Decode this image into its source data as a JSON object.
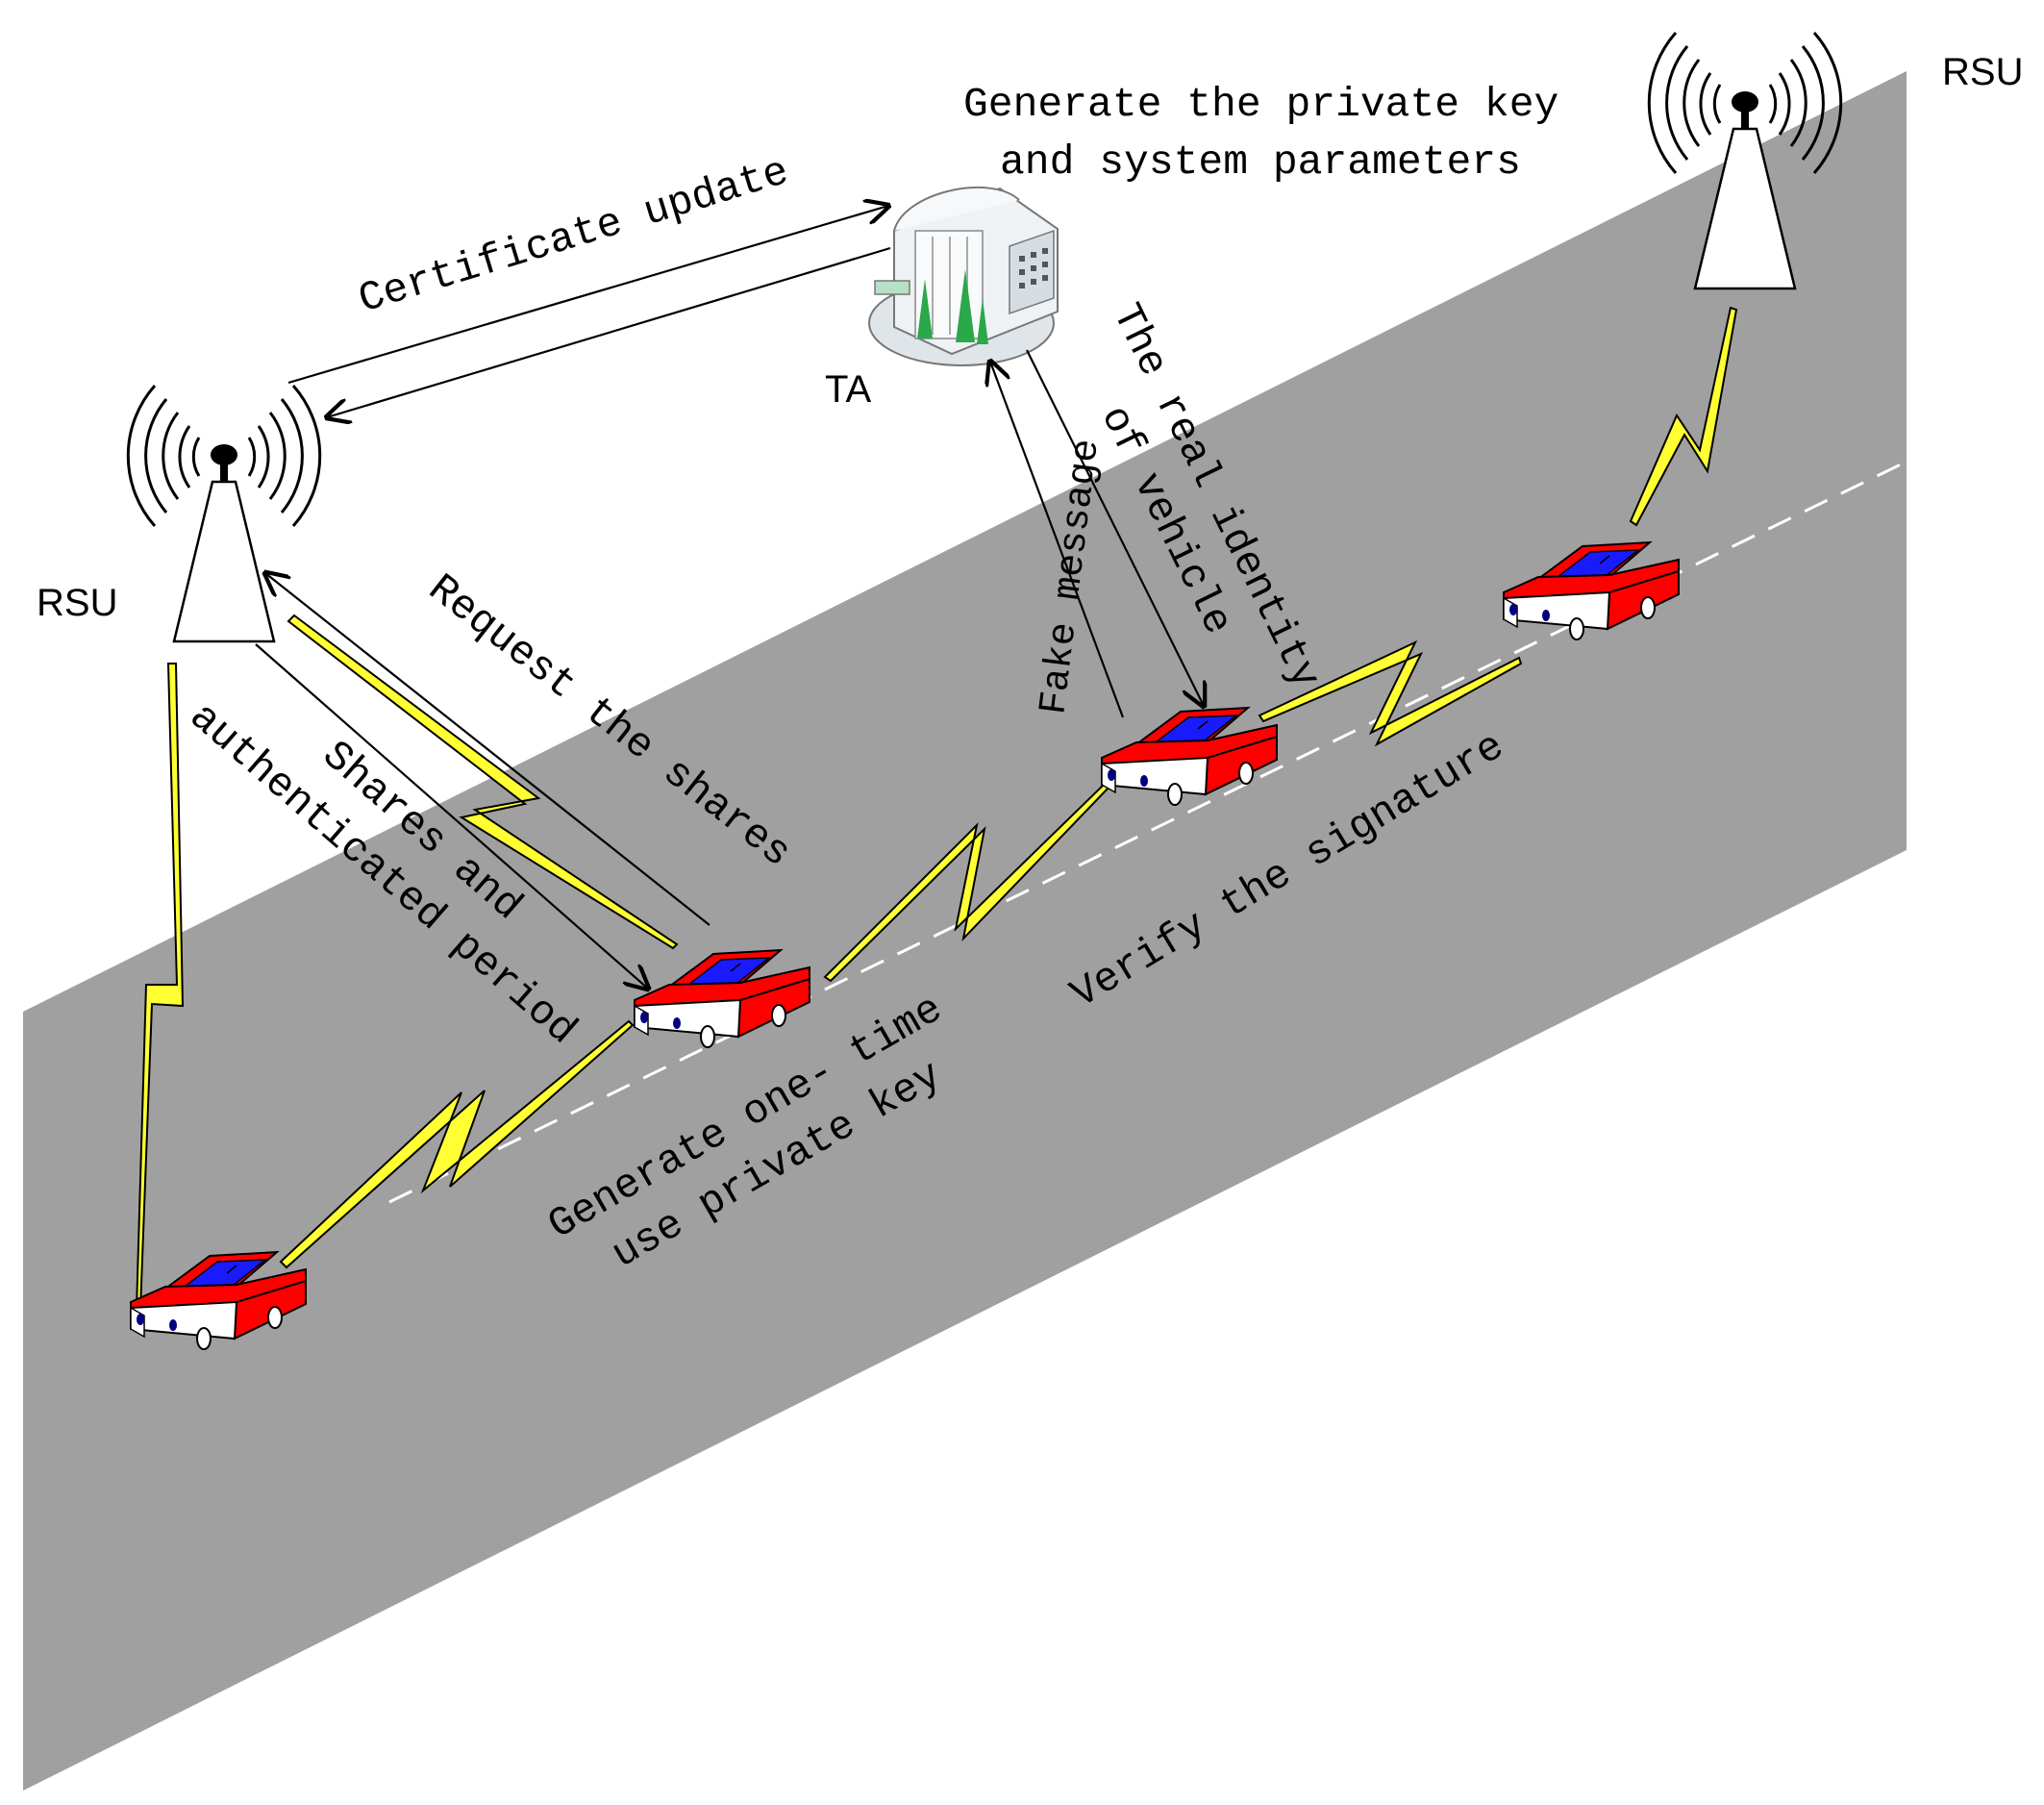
{
  "labels": {
    "rsu_left": "RSU",
    "rsu_right": "RSU",
    "ta": "TA",
    "ta_generate_line1": "Generate the private key",
    "ta_generate_line2": "and system parameters",
    "certificate_update": "Certificate update",
    "request_shares": "Request the shares",
    "shares_line1": "Shares and",
    "shares_line2": "authenticated period",
    "fake_message": "Fake message",
    "real_identity_line1": "The real identity",
    "real_identity_line2": "of vehicle",
    "generate_key_line1": "Generate one- time",
    "generate_key_line2": "use private key",
    "verify_signature": "Verify the signature"
  },
  "icons": {
    "rsu": "radio-tower-icon",
    "ta": "building-icon",
    "vehicle": "car-icon",
    "wireless_link": "lightning-icon"
  },
  "colors": {
    "road": "#a0a0a0",
    "lane_marking": "#ffffff",
    "car_body": "#ff0000",
    "car_window": "#1a1aff",
    "lightning": "#ffff33",
    "building": "#e4eaee",
    "trees": "#2aa84a"
  }
}
